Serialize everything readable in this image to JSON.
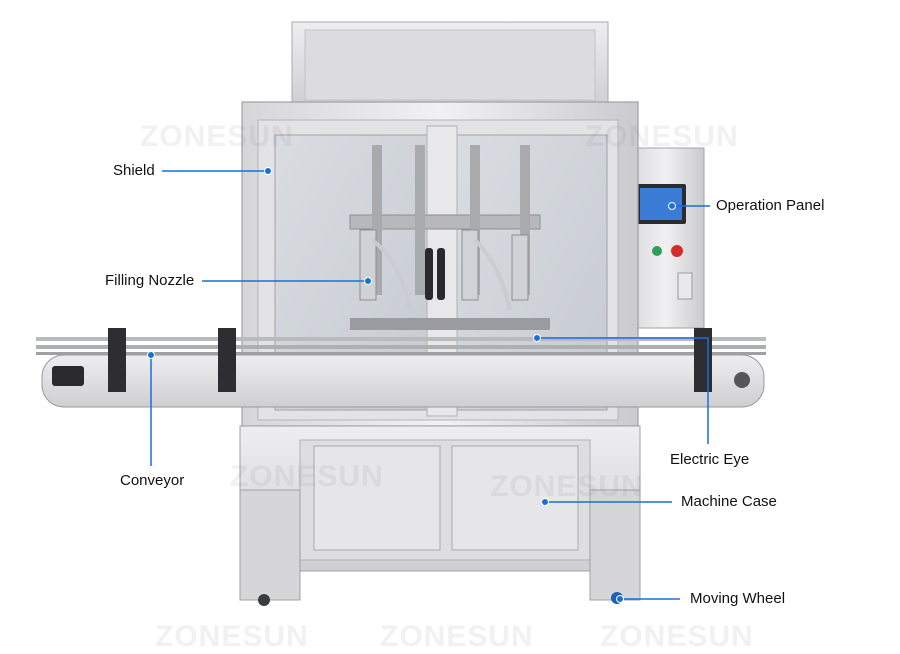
{
  "watermark": "ZONESUN",
  "colors": {
    "leader": "#1a6fd8",
    "steel_light": "#e4e4e6",
    "steel_mid": "#c9c9cc",
    "steel_dark": "#8f9094",
    "screen": "#3a7bd5",
    "button_green": "#2f9e5a",
    "button_red": "#d62b2b"
  },
  "labels": {
    "shield": "Shield",
    "filling_nozzle": "Filling Nozzle",
    "conveyor": "Conveyor",
    "operation_panel": "Operation Panel",
    "electric_eye": "Electric Eye",
    "machine_case": "Machine Case",
    "moving_wheel": "Moving Wheel"
  }
}
